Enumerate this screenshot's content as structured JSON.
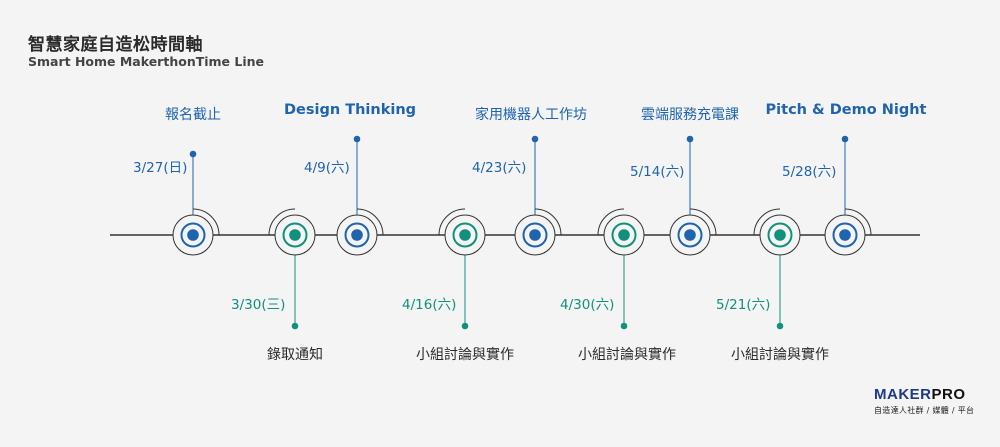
{
  "header": {
    "title": "智慧家庭自造松時間軸",
    "subtitle": "Smart Home MakerthonTime Line"
  },
  "colors": {
    "blue": "#1f64ad",
    "teal": "#11917c",
    "ring": "#333333",
    "axis": "#333333"
  },
  "milestones": [
    {
      "name": "registration-deadline",
      "date": "3/27(日)",
      "event": "報名截止",
      "color": "blue"
    },
    {
      "name": "acceptance-notice",
      "date": "3/30(三)",
      "event": "錄取通知",
      "color": "teal"
    },
    {
      "name": "design-thinking",
      "date": "4/9(六)",
      "event": "Design Thinking",
      "color": "blue"
    },
    {
      "name": "group-discussion-1",
      "date": "4/16(六)",
      "event": "小組討論與實作",
      "color": "teal"
    },
    {
      "name": "smart-home-workshop",
      "date": "4/23(六)",
      "event": "家用機器人工作坊",
      "color": "blue"
    },
    {
      "name": "group-discussion-2",
      "date": "4/30(六)",
      "event": "小組討論與實作",
      "color": "teal"
    },
    {
      "name": "cloud-service-course",
      "date": "5/14(六)",
      "event": "雲端服務充電課",
      "color": "blue"
    },
    {
      "name": "group-discussion-3",
      "date": "5/21(六)",
      "event": "小組討論與實作",
      "color": "teal"
    },
    {
      "name": "pitch-demo-night",
      "date": "5/28(六)",
      "event": "Pitch & Demo Night",
      "color": "blue"
    }
  ],
  "logo": {
    "maker": "MAKER",
    "pro": "PRO",
    "tagline": "自造達人社群 / 媒體 / 平台"
  }
}
